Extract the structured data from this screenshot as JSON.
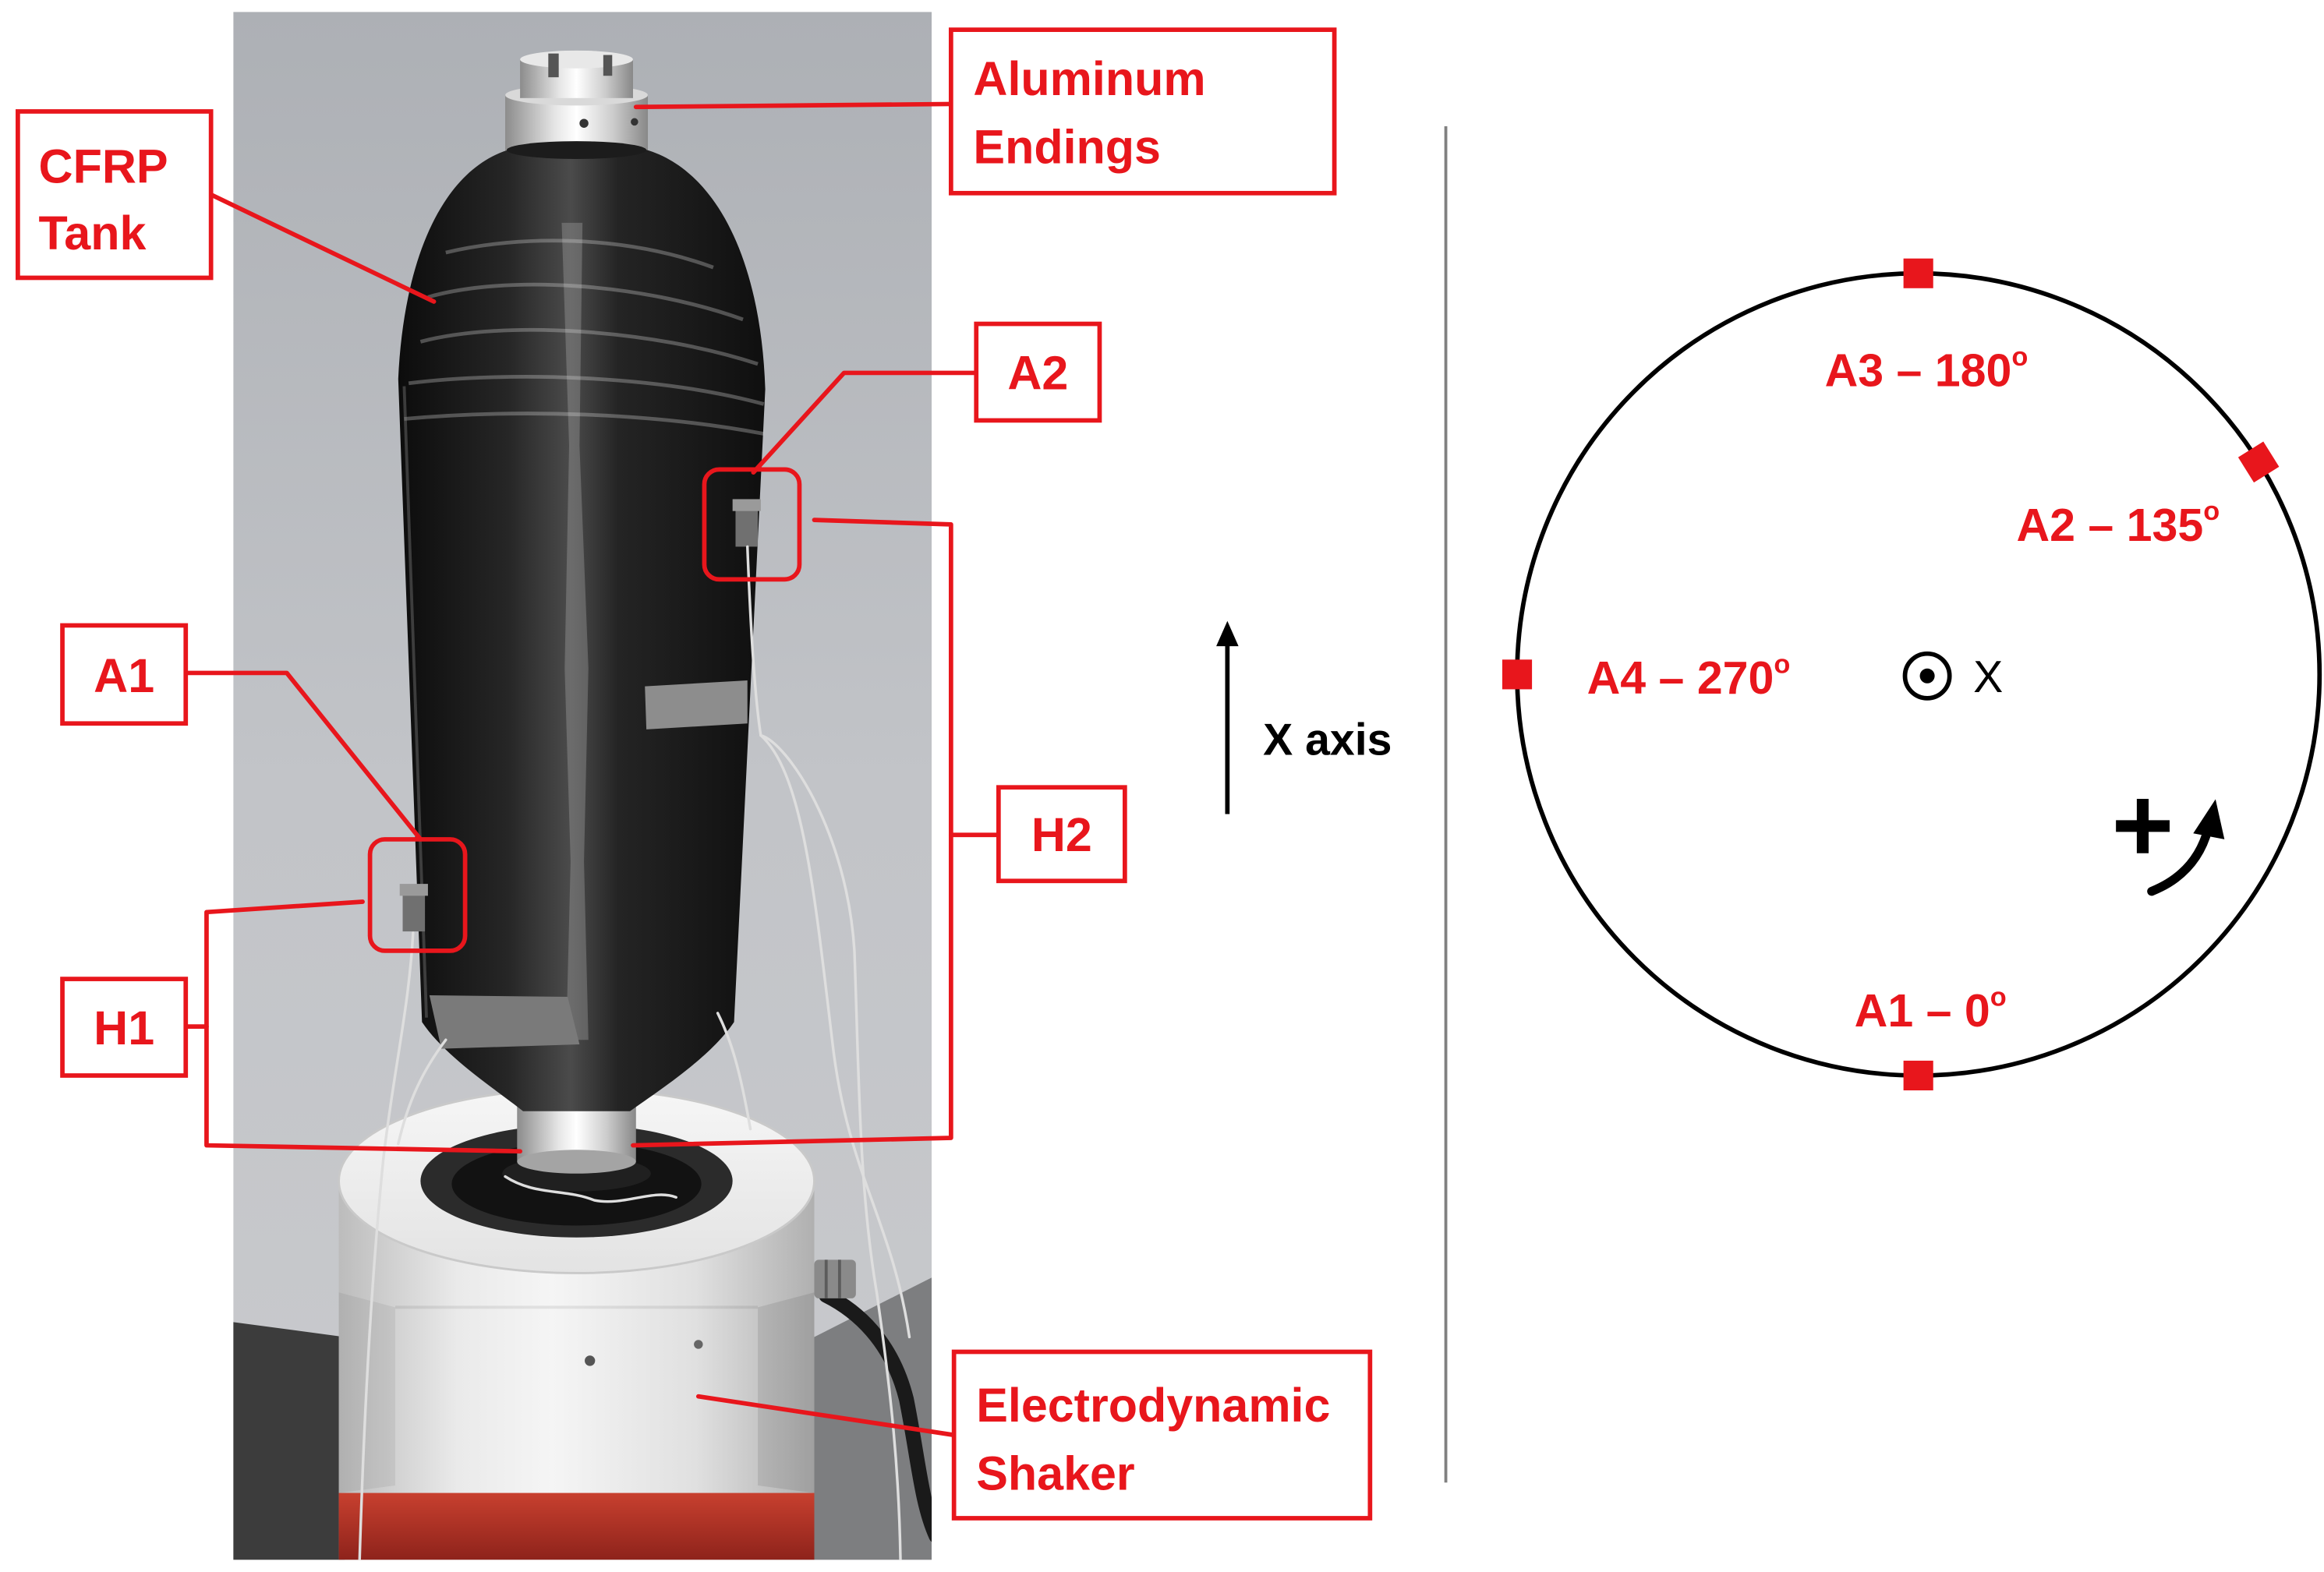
{
  "photo": {
    "labels": {
      "aluminum_endings": [
        "Aluminum",
        "Endings"
      ],
      "cfrp_tank": [
        "CFRP",
        "Tank"
      ],
      "a2": "A2",
      "a1": "A1",
      "h2": "H2",
      "h1": "H1",
      "electrodynamic_shaker": [
        "Electrodynamic",
        "Shaker"
      ]
    }
  },
  "axis": {
    "label": "X axis"
  },
  "diagram": {
    "center_label": "X",
    "rotation_sign": "+",
    "sensors": [
      {
        "text": "A3 – 180",
        "superscript": "o"
      },
      {
        "text": "A2 – 135",
        "superscript": "o"
      },
      {
        "text": "A4 – 270",
        "superscript": "o"
      },
      {
        "text": "A1 – 0",
        "superscript": "o"
      }
    ]
  },
  "icons": [
    "x-axis-arrow-icon",
    "out-of-plane-axis-icon",
    "rotation-direction-arrow-icon"
  ],
  "colors": {
    "accent": "#e8161c",
    "ink": "#000000",
    "separator": "#808080"
  }
}
